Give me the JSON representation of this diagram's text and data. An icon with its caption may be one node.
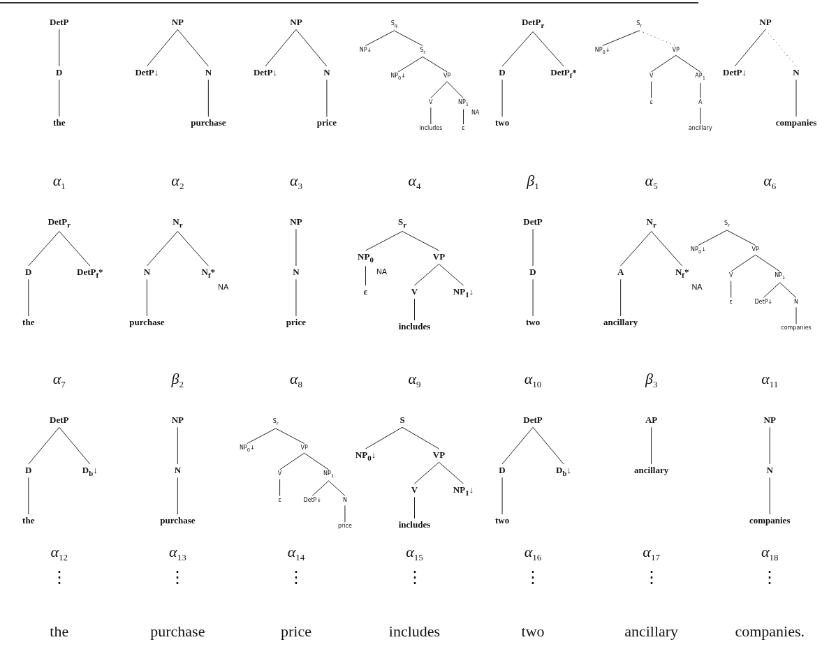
{
  "diagram": {
    "nodes": [
      {
        "text": [
          "DetP"
        ]
      },
      {
        "text": [
          "D"
        ]
      },
      {
        "text": [
          "the"
        ]
      },
      {
        "text": [
          "NP"
        ]
      },
      {
        "text": [
          "DetP↓"
        ]
      },
      {
        "text": [
          "N"
        ]
      },
      {
        "text": [
          "purchase"
        ]
      },
      {
        "text": [
          "NP"
        ]
      },
      {
        "text": [
          "DetP↓"
        ]
      },
      {
        "text": [
          "N"
        ]
      },
      {
        "text": [
          "price"
        ]
      },
      {
        "text": [
          "S$_{q}$"
        ]
      },
      {
        "text": [
          "NP↓"
        ]
      },
      {
        "text": [
          "S$_{r}$"
        ]
      },
      {
        "text": [
          "NP$_{0}$↓"
        ]
      },
      {
        "text": [
          "VP"
        ]
      },
      {
        "text": [
          "V"
        ]
      },
      {
        "text": [
          "NP$_{1}$"
        ],
        "beside": [
          "NA"
        ]
      },
      {
        "text": [
          "includes"
        ]
      },
      {
        "text": [
          "ε"
        ]
      },
      {
        "text": [
          "DetP$_{r}$"
        ]
      },
      {
        "text": [
          "D"
        ]
      },
      {
        "text": [
          "DetP$_{f}$*"
        ]
      },
      {
        "text": [
          "two"
        ]
      },
      {
        "text": [
          "S$_{r}$"
        ]
      },
      {
        "text": [
          "NP$_{0}$↓"
        ]
      },
      {
        "text": [
          "VP"
        ]
      },
      {
        "text": [
          "V"
        ]
      },
      {
        "text": [
          "AP$_{1}$"
        ]
      },
      {
        "text": [
          "ε"
        ]
      },
      {
        "text": [
          "A"
        ]
      },
      {
        "text": [
          "ancillary"
        ]
      },
      {
        "text": [
          "NP"
        ]
      },
      {
        "text": [
          "DetP↓"
        ]
      },
      {
        "text": [
          "N"
        ]
      },
      {
        "text": [
          "companies"
        ]
      },
      {
        "text": [
          "DetP$_{r}$"
        ]
      },
      {
        "text": [
          "D"
        ]
      },
      {
        "text": [
          "DetP$_{f}$*"
        ]
      },
      {
        "text": [
          "the"
        ]
      },
      {
        "text": [
          "N$_{r}$"
        ]
      },
      {
        "text": [
          "N"
        ]
      },
      {
        "text": [
          "N$_{f}$*"
        ],
        "beside": [
          "NA"
        ]
      },
      {
        "text": [
          "purchase"
        ]
      },
      {
        "text": [
          "NP"
        ]
      },
      {
        "text": [
          "N"
        ]
      },
      {
        "text": [
          "price"
        ]
      },
      {
        "text": [
          "S$_{r}$"
        ]
      },
      {
        "text": [
          "NP$_{0}$"
        ],
        "beside": [
          "NA"
        ]
      },
      {
        "text": [
          "VP"
        ]
      },
      {
        "text": [
          "ε"
        ]
      },
      {
        "text": [
          "V"
        ]
      },
      {
        "text": [
          "NP$_{1}$↓"
        ]
      },
      {
        "text": [
          "includes"
        ]
      },
      {
        "text": [
          "DetP"
        ]
      },
      {
        "text": [
          "D"
        ]
      },
      {
        "text": [
          "two"
        ]
      },
      {
        "text": [
          "N$_{r}$"
        ]
      },
      {
        "text": [
          "A"
        ]
      },
      {
        "text": [
          "N$_{f}$*"
        ],
        "beside": [
          "NA"
        ]
      },
      {
        "text": [
          "ancillary"
        ]
      },
      {
        "text": [
          "S$_{r}$"
        ]
      },
      {
        "text": [
          "NP$_{0}$↓"
        ]
      },
      {
        "text": [
          "VP"
        ]
      },
      {
        "text": [
          "V"
        ]
      },
      {
        "text": [
          "NP$_{1}$"
        ]
      },
      {
        "text": [
          "ε"
        ]
      },
      {
        "text": [
          "DetP↓"
        ]
      },
      {
        "text": [
          "N"
        ]
      },
      {
        "text": [
          "companies"
        ]
      },
      {
        "text": [
          "DetP"
        ]
      },
      {
        "text": [
          "D"
        ]
      },
      {
        "text": [
          "D$_{b}$↓"
        ]
      },
      {
        "text": [
          "the"
        ]
      },
      {
        "text": [
          "NP"
        ]
      },
      {
        "text": [
          "N"
        ]
      },
      {
        "text": [
          "purchase"
        ]
      },
      {
        "text": [
          "S$_{r}$"
        ]
      },
      {
        "text": [
          "NP$_{0}$↓"
        ]
      },
      {
        "text": [
          "VP"
        ]
      },
      {
        "text": [
          "V"
        ]
      },
      {
        "text": [
          "NP$_{1}$"
        ]
      },
      {
        "text": [
          "ε"
        ]
      },
      {
        "text": [
          "DetP↓"
        ]
      },
      {
        "text": [
          "N"
        ]
      },
      {
        "text": [
          "price"
        ]
      },
      {
        "text": [
          "S"
        ]
      },
      {
        "text": [
          "NP$_{0}$↓"
        ]
      },
      {
        "text": [
          "VP"
        ]
      },
      {
        "text": [
          "V"
        ]
      },
      {
        "text": [
          "NP$_{1}$↓"
        ]
      },
      {
        "text": [
          "includes"
        ]
      },
      {
        "text": [
          "DetP"
        ]
      },
      {
        "text": [
          "D"
        ]
      },
      {
        "text": [
          "D$_{b}$↓"
        ]
      },
      {
        "text": [
          "two"
        ]
      },
      {
        "text": [
          "AP"
        ]
      },
      {
        "text": [
          "ancillary"
        ]
      },
      {
        "text": [
          "NP"
        ]
      },
      {
        "text": [
          "N"
        ]
      },
      {
        "text": [
          "companies"
        ]
      }
    ],
    "edges": [
      {
        "from": 0,
        "to": 1,
        "arrow": "none"
      },
      {
        "from": 1,
        "to": 2,
        "arrow": "none"
      },
      {
        "from": 3,
        "to": 4,
        "arrow": "none"
      },
      {
        "from": 3,
        "to": 5,
        "arrow": "none"
      },
      {
        "from": 5,
        "to": 6,
        "arrow": "none"
      },
      {
        "from": 7,
        "to": 8,
        "arrow": "none"
      },
      {
        "from": 7,
        "to": 9,
        "arrow": "none"
      },
      {
        "from": 9,
        "to": 10,
        "arrow": "none"
      },
      {
        "from": 11,
        "to": 12,
        "arrow": "none"
      },
      {
        "from": 11,
        "to": 13,
        "arrow": "none"
      },
      {
        "from": 13,
        "to": 14,
        "arrow": "none"
      },
      {
        "from": 13,
        "to": 15,
        "arrow": "none"
      },
      {
        "from": 15,
        "to": 16,
        "arrow": "none"
      },
      {
        "from": 15,
        "to": 17,
        "arrow": "none"
      },
      {
        "from": 16,
        "to": 18,
        "arrow": "none"
      },
      {
        "from": 17,
        "to": 19,
        "arrow": "none"
      },
      {
        "from": 20,
        "to": 21,
        "arrow": "none"
      },
      {
        "from": 20,
        "to": 22,
        "arrow": "none"
      },
      {
        "from": 21,
        "to": 23,
        "arrow": "none"
      },
      {
        "from": 24,
        "to": 25,
        "arrow": "none"
      },
      {
        "from": 24,
        "to": 26,
        "arrow": "none",
        "style": "dashed"
      },
      {
        "from": 26,
        "to": 27,
        "arrow": "none"
      },
      {
        "from": 26,
        "to": 28,
        "arrow": "none"
      },
      {
        "from": 27,
        "to": 29,
        "arrow": "none"
      },
      {
        "from": 28,
        "to": 30,
        "arrow": "none"
      },
      {
        "from": 30,
        "to": 31,
        "arrow": "none"
      },
      {
        "from": 32,
        "to": 33,
        "arrow": "none"
      },
      {
        "from": 32,
        "to": 34,
        "arrow": "none",
        "style": "dashed"
      },
      {
        "from": 34,
        "to": 35,
        "arrow": "none"
      },
      {
        "from": 36,
        "to": 37,
        "arrow": "none"
      },
      {
        "from": 36,
        "to": 38,
        "arrow": "none"
      },
      {
        "from": 37,
        "to": 39,
        "arrow": "none"
      },
      {
        "from": 40,
        "to": 41,
        "arrow": "none"
      },
      {
        "from": 40,
        "to": 42,
        "arrow": "none"
      },
      {
        "from": 41,
        "to": 43,
        "arrow": "none"
      },
      {
        "from": 44,
        "to": 45,
        "arrow": "none"
      },
      {
        "from": 45,
        "to": 46,
        "arrow": "none"
      },
      {
        "from": 47,
        "to": 48,
        "arrow": "none"
      },
      {
        "from": 47,
        "to": 49,
        "arrow": "none"
      },
      {
        "from": 48,
        "to": 50,
        "arrow": "none"
      },
      {
        "from": 49,
        "to": 51,
        "arrow": "none"
      },
      {
        "from": 49,
        "to": 52,
        "arrow": "none"
      },
      {
        "from": 51,
        "to": 53,
        "arrow": "none"
      },
      {
        "from": 54,
        "to": 55,
        "arrow": "none"
      },
      {
        "from": 55,
        "to": 56,
        "arrow": "none"
      },
      {
        "from": 57,
        "to": 58,
        "arrow": "none"
      },
      {
        "from": 57,
        "to": 59,
        "arrow": "none"
      },
      {
        "from": 58,
        "to": 60,
        "arrow": "none"
      },
      {
        "from": 61,
        "to": 62,
        "arrow": "none"
      },
      {
        "from": 61,
        "to": 63,
        "arrow": "none"
      },
      {
        "from": 63,
        "to": 64,
        "arrow": "none"
      },
      {
        "from": 63,
        "to": 65,
        "arrow": "none"
      },
      {
        "from": 64,
        "to": 66,
        "arrow": "none"
      },
      {
        "from": 65,
        "to": 67,
        "arrow": "none"
      },
      {
        "from": 65,
        "to": 68,
        "arrow": "none"
      },
      {
        "from": 68,
        "to": 69,
        "arrow": "none"
      },
      {
        "from": 70,
        "to": 71,
        "arrow": "none"
      },
      {
        "from": 70,
        "to": 72,
        "arrow": "none"
      },
      {
        "from": 71,
        "to": 73,
        "arrow": "none"
      },
      {
        "from": 74,
        "to": 75,
        "arrow": "none"
      },
      {
        "from": 75,
        "to": 76,
        "arrow": "none"
      },
      {
        "from": 77,
        "to": 78,
        "arrow": "none"
      },
      {
        "from": 77,
        "to": 79,
        "arrow": "none"
      },
      {
        "from": 79,
        "to": 80,
        "arrow": "none"
      },
      {
        "from": 79,
        "to": 81,
        "arrow": "none"
      },
      {
        "from": 80,
        "to": 82,
        "arrow": "none"
      },
      {
        "from": 81,
        "to": 83,
        "arrow": "none"
      },
      {
        "from": 81,
        "to": 84,
        "arrow": "none"
      },
      {
        "from": 84,
        "to": 85,
        "arrow": "none"
      },
      {
        "from": 86,
        "to": 87,
        "arrow": "none"
      },
      {
        "from": 86,
        "to": 88,
        "arrow": "none"
      },
      {
        "from": 88,
        "to": 89,
        "arrow": "none"
      },
      {
        "from": 88,
        "to": 90,
        "arrow": "none"
      },
      {
        "from": 89,
        "to": 91,
        "arrow": "none"
      },
      {
        "from": 92,
        "to": 93,
        "arrow": "none"
      },
      {
        "from": 92,
        "to": 94,
        "arrow": "none"
      },
      {
        "from": 93,
        "to": 95,
        "arrow": "none"
      },
      {
        "from": 96,
        "to": 97,
        "arrow": "none"
      },
      {
        "from": 98,
        "to": 99,
        "arrow": "none"
      },
      {
        "from": 99,
        "to": 100,
        "arrow": "none"
      }
    ],
    "labels": [
      "α$_{1}$",
      "α$_{2}$",
      "α$_{3}$",
      "α$_{4}$",
      "β$_{1}$",
      "α$_{5}$",
      "α$_{6}$",
      "α$_{7}$",
      "β$_{2}$",
      "α$_{8}$",
      "α$_{9}$",
      "α$_{10}$",
      "β$_{3}$",
      "α$_{11}$",
      "α$_{12}$",
      "α$_{13}$",
      "α$_{14}$",
      "α$_{15}$",
      "α$_{16}$",
      "α$_{17}$",
      "α$_{18}$",
      "⋮",
      "⋮",
      "⋮",
      "⋮",
      "⋮",
      "⋮",
      "⋮",
      "the",
      "purchase",
      "price",
      "includes",
      "two",
      "ancillary",
      "companies."
    ]
  }
}
